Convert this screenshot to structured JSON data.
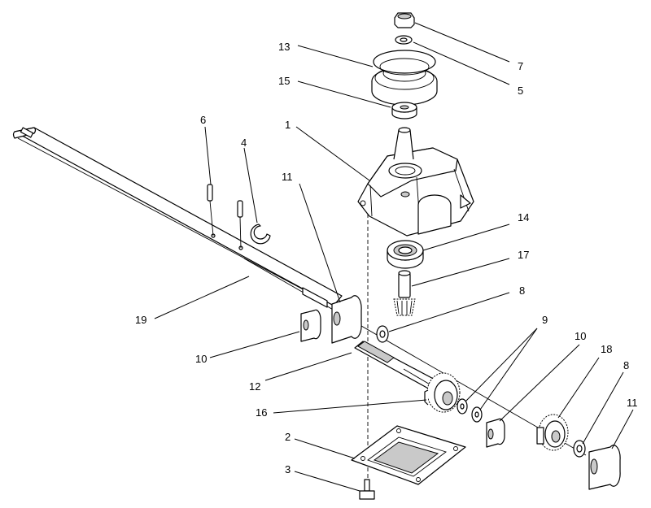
{
  "callouts": {
    "c1": "1",
    "c2": "2",
    "c3": "3",
    "c4": "4",
    "c5": "5",
    "c6": "6",
    "c7": "7",
    "c8a": "8",
    "c8b": "8",
    "c9": "9",
    "c10a": "10",
    "c10b": "10",
    "c11a": "11",
    "c11b": "11",
    "c12": "12",
    "c13": "13",
    "c14": "14",
    "c15": "15",
    "c16": "16",
    "c17": "17",
    "c18": "18",
    "c19": "19"
  }
}
